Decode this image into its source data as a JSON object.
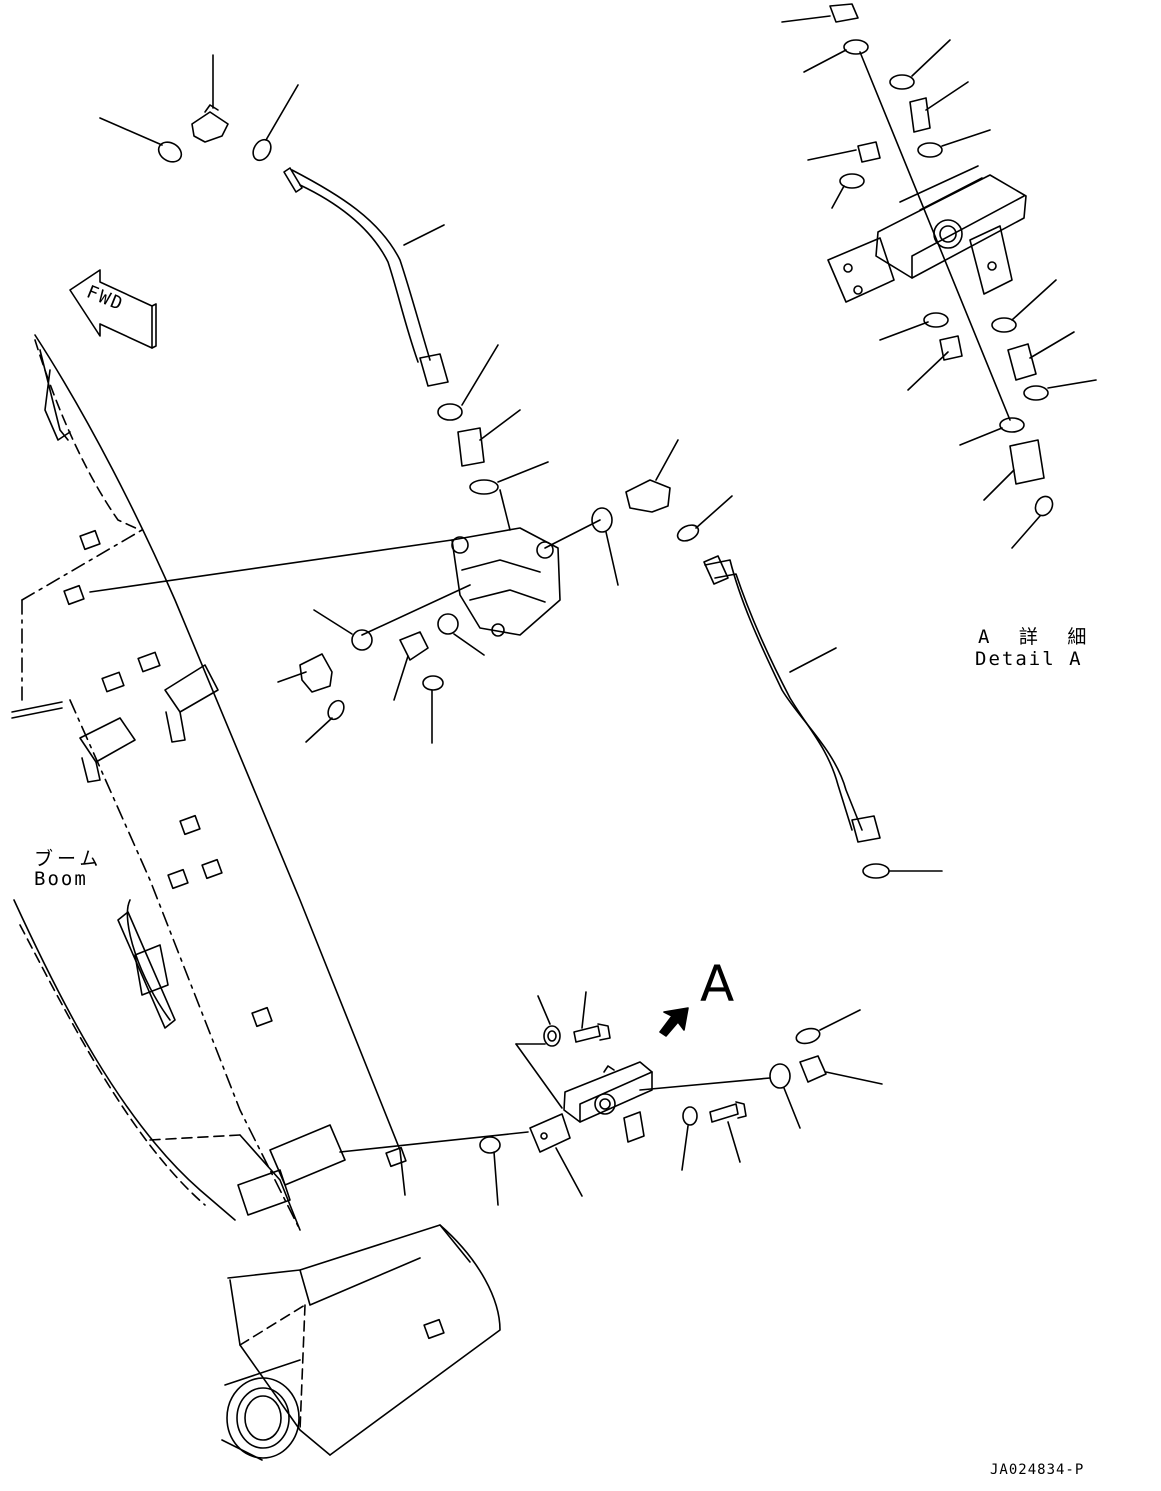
{
  "labels": {
    "fwd": "FWD",
    "detail_jp": "A 詳 細",
    "detail_en": "Detail A",
    "boom_jp": "ブーム",
    "boom_en": "Boom",
    "view_letter": "A",
    "drawing_code": "JA024834-P"
  },
  "colors": {
    "line": "#000000",
    "background": "#ffffff"
  }
}
